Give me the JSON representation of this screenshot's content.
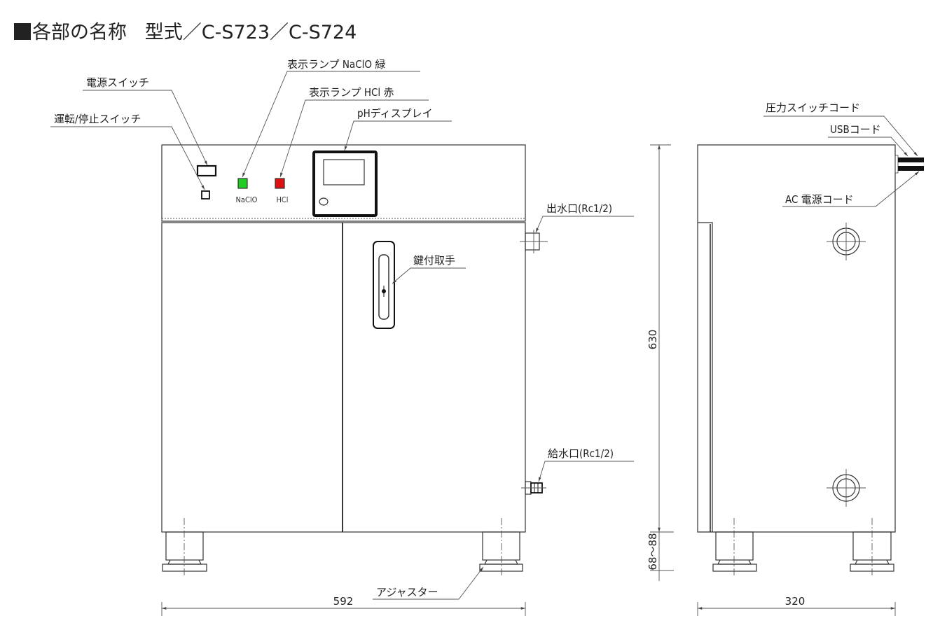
{
  "title": {
    "heading": "各部の名称",
    "model": "型式／C-S723／C-S724"
  },
  "front_view": {
    "labels": {
      "power_switch": "電源スイッチ",
      "run_stop_switch": "運転/停止スイッチ",
      "lamp_naclo": "表示ランプ NaClO 緑",
      "lamp_hcl": "表示ランプ HCl 赤",
      "ph_display": "pHディスプレイ",
      "outlet": "出水口(Rc1/2)",
      "locking_handle": "鍵付取手",
      "inlet": "給水口(Rc1/2)",
      "adjuster": "アジャスター"
    },
    "lamp_captions": {
      "naclo": "NaClO",
      "hcl": "HCl"
    },
    "lamp_colors": {
      "naclo": "#22cc22",
      "hcl": "#dd1111"
    },
    "width_dim": "592"
  },
  "dimensions": {
    "height": "630",
    "leg_height": "68～88",
    "depth": "320"
  },
  "side_view": {
    "labels": {
      "pressure_switch_cord": "圧力スイッチコード",
      "usb_cord": "USBコード",
      "ac_power_cord": "AC 電源コード"
    }
  }
}
